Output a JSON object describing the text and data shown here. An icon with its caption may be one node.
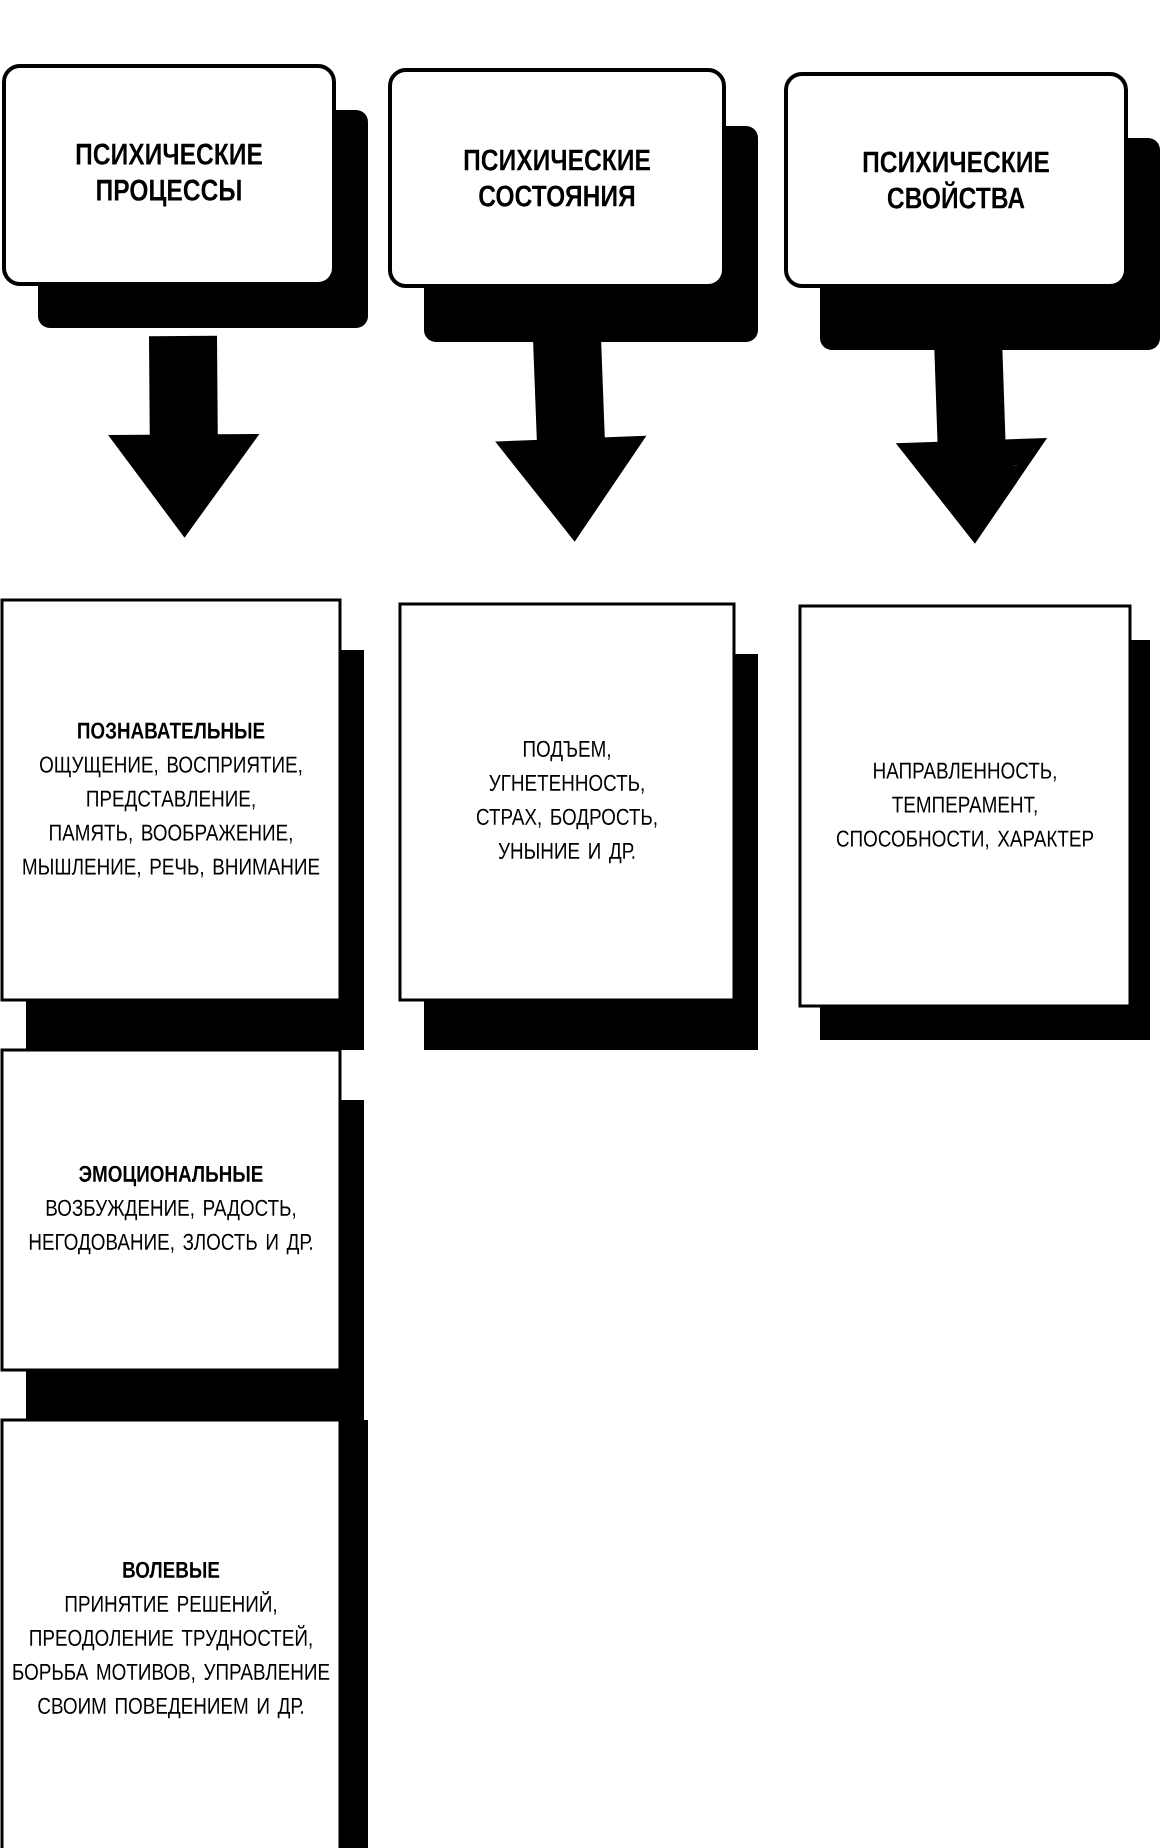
{
  "diagram": {
    "nodes": [
      {
        "text": [
          "ПСИХИЧЕСКИЕ ПРОЦЕССЫ"
        ]
      },
      {
        "text": [
          "ПСИХИЧЕСКИЕ СОСТОЯНИЯ"
        ]
      },
      {
        "text": [
          "ПСИХИЧЕСКИЕ СВОЙСТВА"
        ]
      },
      {
        "text": [
          "ПОЗНАВАТЕЛЬНЫЕ",
          "ОЩУЩЕНИЕ, ВОСПРИЯТИЕ, ПРЕДСТАВЛЕНИЕ, ПАМЯТЬ, ВООБРАЖЕНИЕ, МЫШЛЕНИЕ, РЕЧЬ, ВНИМАНИЕ"
        ]
      },
      {
        "text": [
          "ЭМОЦИОНАЛЬНЫЕ",
          "ВОЗБУЖДЕНИЕ, РАДОСТЬ, НЕГОДОВАНИЕ, ЗЛОСТЬ И ДР."
        ]
      },
      {
        "text": [
          "ВОЛЕВЫЕ",
          "ПРИНЯТИЕ РЕШЕНИЙ, ПРЕОДОЛЕНИЕ ТРУДНОСТЕЙ, БОРЬБА МОТИВОВ, УПРАВЛЕНИЕ СВОИМ ПОВЕДЕНИЕМ И ДР."
        ]
      },
      {
        "text": [
          "ПОДЪЕМ, УГНЕТЕННОСТЬ, СТРАХ, БОДРОСТЬ, УНЫНИЕ И ДР."
        ]
      },
      {
        "text": [
          "НАПРАВЛЕННОСТЬ, ТЕМПЕРАМЕНТ, СПОСОБНОСТИ, ХАРАКТЕР"
        ]
      }
    ],
    "edges": [
      {
        "from": 0,
        "to": 3,
        "arrow": "to"
      },
      {
        "from": 1,
        "to": 6,
        "arrow": "to"
      },
      {
        "from": 2,
        "to": 7,
        "arrow": "to"
      }
    ]
  }
}
